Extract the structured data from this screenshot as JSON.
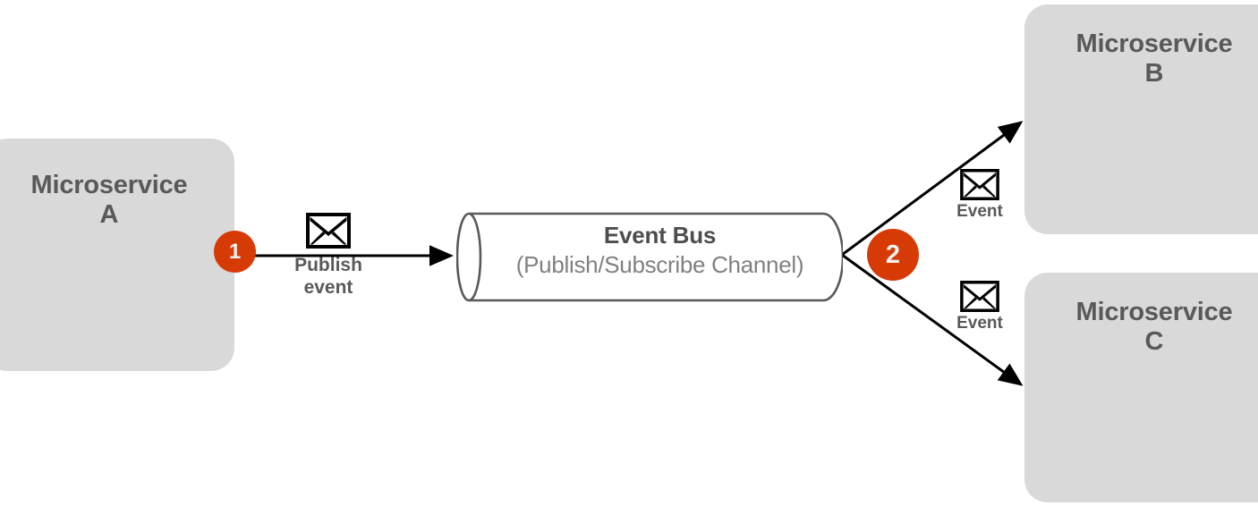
{
  "diagram": {
    "title": "Event-driven microservices publish/subscribe diagram",
    "colors": {
      "box_fill": "#D9D9D9",
      "box_text": "#595959",
      "badge_fill": "#D63B06",
      "badge_text": "#F2F2F2",
      "bus_stroke": "#595959",
      "bus_title_text": "#4D4D4D",
      "bus_subtitle_text": "#808080",
      "connector_stroke": "#000000",
      "background": "#FFFFFF"
    },
    "nodes": {
      "microservice_a": {
        "title": "Microservice",
        "subtitle": "A"
      },
      "microservice_b": {
        "title": "Microservice",
        "subtitle": "B"
      },
      "microservice_c": {
        "title": "Microservice",
        "subtitle": "C"
      },
      "event_bus": {
        "title": "Event Bus",
        "subtitle": "(Publish/Subscribe Channel)",
        "shape": "cylinder"
      }
    },
    "steps": [
      {
        "number": "1",
        "near": "microservice-a"
      },
      {
        "number": "2",
        "near": "event-bus-output"
      }
    ],
    "flows": [
      {
        "id": "publish",
        "icon": "envelope-icon",
        "line1": "Publish",
        "line2": "event",
        "from": "microservice-a",
        "to": "event-bus"
      },
      {
        "id": "event-to-b",
        "icon": "envelope-icon",
        "line1": "Event",
        "line2": "",
        "from": "event-bus",
        "to": "microservice-b"
      },
      {
        "id": "event-to-c",
        "icon": "envelope-icon",
        "line1": "Event",
        "line2": "",
        "from": "event-bus",
        "to": "microservice-c"
      }
    ]
  }
}
